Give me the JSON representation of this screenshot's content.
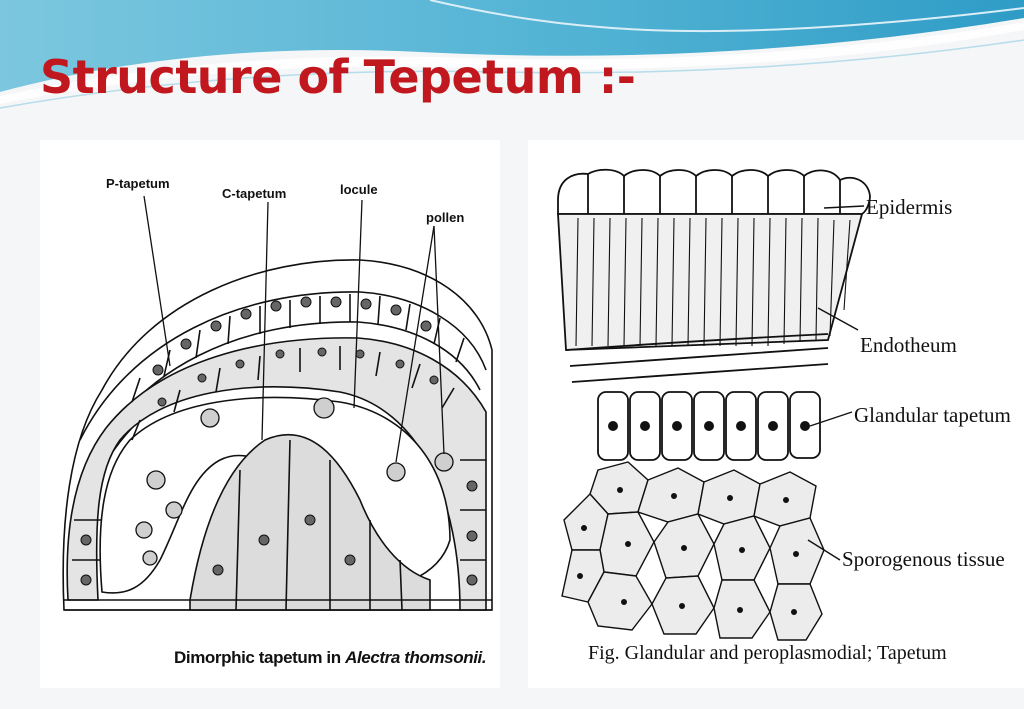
{
  "slide": {
    "title": "Structure of Tepetum :-",
    "title_color": "#c0181e",
    "accent_color": "#3aa3c8"
  },
  "left_figure": {
    "labels": {
      "p_tapetum": "P-tapetum",
      "c_tapetum": "C-tapetum",
      "locule": "locule",
      "pollen": "pollen"
    },
    "caption_prefix": "Dimorphic tapetum in ",
    "caption_species": "Alectra thomsonii."
  },
  "right_figure": {
    "labels": {
      "epidermis": "Epidermis",
      "endothecium": "Endotheum",
      "glandular_tapetum": "Glandular tapetum",
      "sporogenous_tissue": "Sporogenous tissue"
    },
    "caption": "Fig. Glandular and peroplasmodial; Tapetum"
  }
}
